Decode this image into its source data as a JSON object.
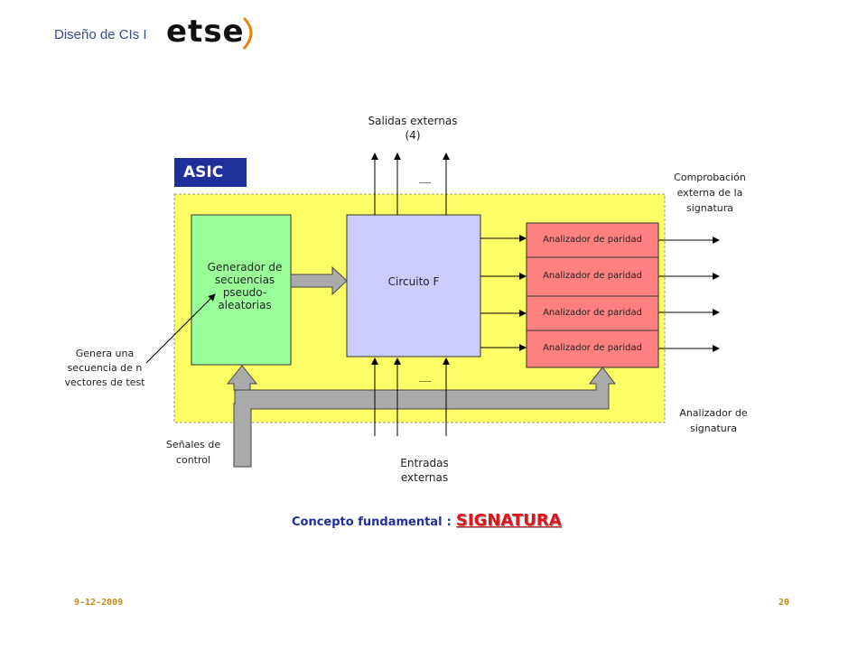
{
  "header": {
    "title": "Diseño de CIs I",
    "logo_text": "etse"
  },
  "diagram": {
    "asic_label": "ASIC",
    "generator_label": "Generador de secuencias pseudo-aleatorias",
    "circuit_label": "Circuito F",
    "parity_analyzers": [
      "Analizador de paridad",
      "Analizador de paridad",
      "Analizador de paridad",
      "Analizador de paridad"
    ],
    "outputs_label": "Salidas externas (4)",
    "inputs_label": "Entradas externas",
    "external_check_label": "Comprobación externa de la signatura",
    "signature_analyzer_label": "Analizador de signatura",
    "generator_note": "Genera una secuencia de n vectores de test",
    "control_signals_label": "Señales de control",
    "ellipsis": "..........."
  },
  "concept": {
    "label": "Concepto fundamental",
    "separator": ":",
    "value": "SIGNATURA"
  },
  "footer": {
    "date": "9-12-2009",
    "page": "20"
  },
  "colors": {
    "asic_bg": "#ffff66",
    "asic_label_bg": "#1f2f9c",
    "generator_bg": "#99ff99",
    "circuit_bg": "#ccccff",
    "parity_bg": "#ff8080",
    "bus_fill": "#aaaaaa"
  }
}
